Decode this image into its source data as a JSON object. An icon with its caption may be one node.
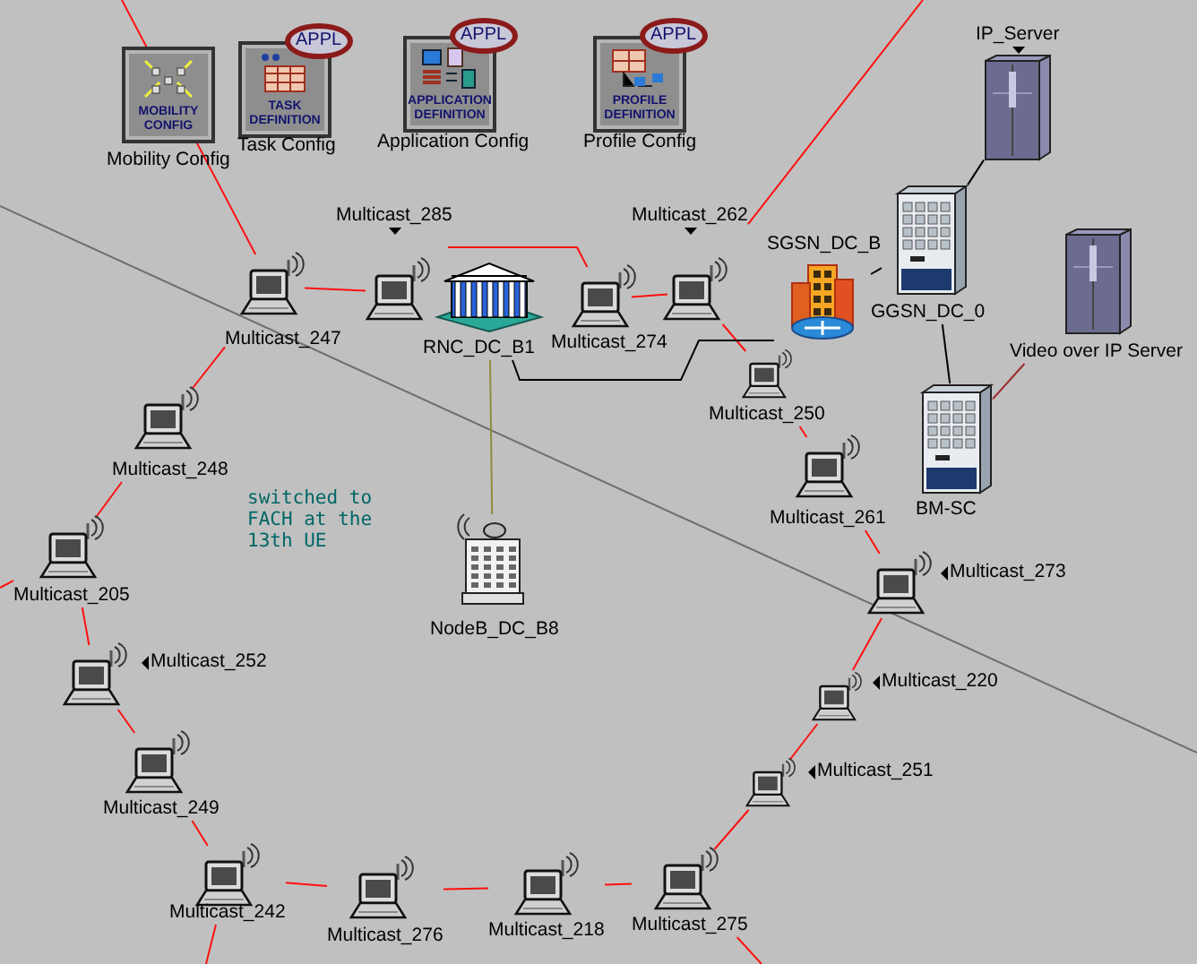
{
  "diagram": {
    "nodes": [
      {
        "text": [
          "MOBILITY CONFIG",
          "Mobility Config"
        ]
      },
      {
        "text": [
          "APPL",
          "TASK DEFINITION",
          "Task Config"
        ]
      },
      {
        "text": [
          "APPL",
          "APPLICATION DEFINITION",
          "Application Config"
        ]
      },
      {
        "text": [
          "APPL",
          "PROFILE DEFINITION",
          "Profile Config"
        ]
      },
      {
        "text": [
          "IP_Server"
        ]
      },
      {
        "text": [
          "Multicast_285"
        ]
      },
      {
        "text": [
          "Multicast_262"
        ]
      },
      {
        "text": [
          "SGSN_DC_B"
        ]
      },
      {
        "text": [
          "GGSN_DC_0"
        ]
      },
      {
        "text": [
          "Multicast_247"
        ]
      },
      {
        "text": [
          "RNC_DC_B1"
        ]
      },
      {
        "text": [
          "Multicast_274"
        ]
      },
      {
        "text": [
          "Video over IP Server"
        ]
      },
      {
        "text": [
          "Multicast_250"
        ]
      },
      {
        "text": [
          "Multicast_248"
        ]
      },
      {
        "text": [
          "BM-SC"
        ]
      },
      {
        "text": [
          "Multicast_261"
        ]
      },
      {
        "text": [
          "NodeB_DC_B8"
        ]
      },
      {
        "text": [
          "Multicast_205"
        ]
      },
      {
        "text": [
          "Multicast_273"
        ]
      },
      {
        "text": [
          "Multicast_252"
        ]
      },
      {
        "text": [
          "Multicast_220"
        ]
      },
      {
        "text": [
          "Multicast_249"
        ]
      },
      {
        "text": [
          "Multicast_251"
        ]
      },
      {
        "text": [
          "Multicast_242"
        ]
      },
      {
        "text": [
          "Multicast_276"
        ]
      },
      {
        "text": [
          "Multicast_218"
        ]
      },
      {
        "text": [
          "Multicast_275"
        ]
      }
    ],
    "edges": [
      {
        "from": 9,
        "to": 5,
        "arrow": "none"
      },
      {
        "from": 5,
        "to": 11,
        "arrow": "none"
      },
      {
        "from": 11,
        "to": 6,
        "arrow": "none"
      },
      {
        "from": 6,
        "to": 13,
        "arrow": "none"
      },
      {
        "from": 13,
        "to": 16,
        "arrow": "none"
      },
      {
        "from": 16,
        "to": 19,
        "arrow": "none"
      },
      {
        "from": 19,
        "to": 21,
        "arrow": "none"
      },
      {
        "from": 21,
        "to": 23,
        "arrow": "none"
      },
      {
        "from": 23,
        "to": 27,
        "arrow": "none"
      },
      {
        "from": 27,
        "to": 26,
        "arrow": "none"
      },
      {
        "from": 26,
        "to": 25,
        "arrow": "none"
      },
      {
        "from": 25,
        "to": 24,
        "arrow": "none"
      },
      {
        "from": 24,
        "to": 22,
        "arrow": "none"
      },
      {
        "from": 22,
        "to": 20,
        "arrow": "none"
      },
      {
        "from": 20,
        "to": 18,
        "arrow": "none"
      },
      {
        "from": 18,
        "to": 14,
        "arrow": "none"
      },
      {
        "from": 14,
        "to": 9,
        "arrow": "none"
      },
      {
        "from": null,
        "to": 9,
        "arrow": "none"
      },
      {
        "from": 6,
        "to": null,
        "arrow": "none"
      },
      {
        "from": null,
        "to": 18,
        "arrow": "none"
      },
      {
        "from": 24,
        "to": null,
        "arrow": "none"
      },
      {
        "from": 27,
        "to": null,
        "arrow": "none"
      },
      {
        "from": 10,
        "to": 7,
        "arrow": "none",
        "color": "#000000"
      },
      {
        "from": 7,
        "to": 8,
        "arrow": "none",
        "color": "#000000"
      },
      {
        "from": 8,
        "to": 4,
        "arrow": "none",
        "color": "#000000"
      },
      {
        "from": 8,
        "to": 15,
        "arrow": "none",
        "color": "#000000"
      },
      {
        "from": 15,
        "to": 12,
        "arrow": "none",
        "color": "#a02828"
      },
      {
        "from": 10,
        "to": 17,
        "arrow": "none",
        "color": "#8c8c3c"
      }
    ],
    "labels": [
      "switched to FACH at the 13th UE"
    ]
  }
}
